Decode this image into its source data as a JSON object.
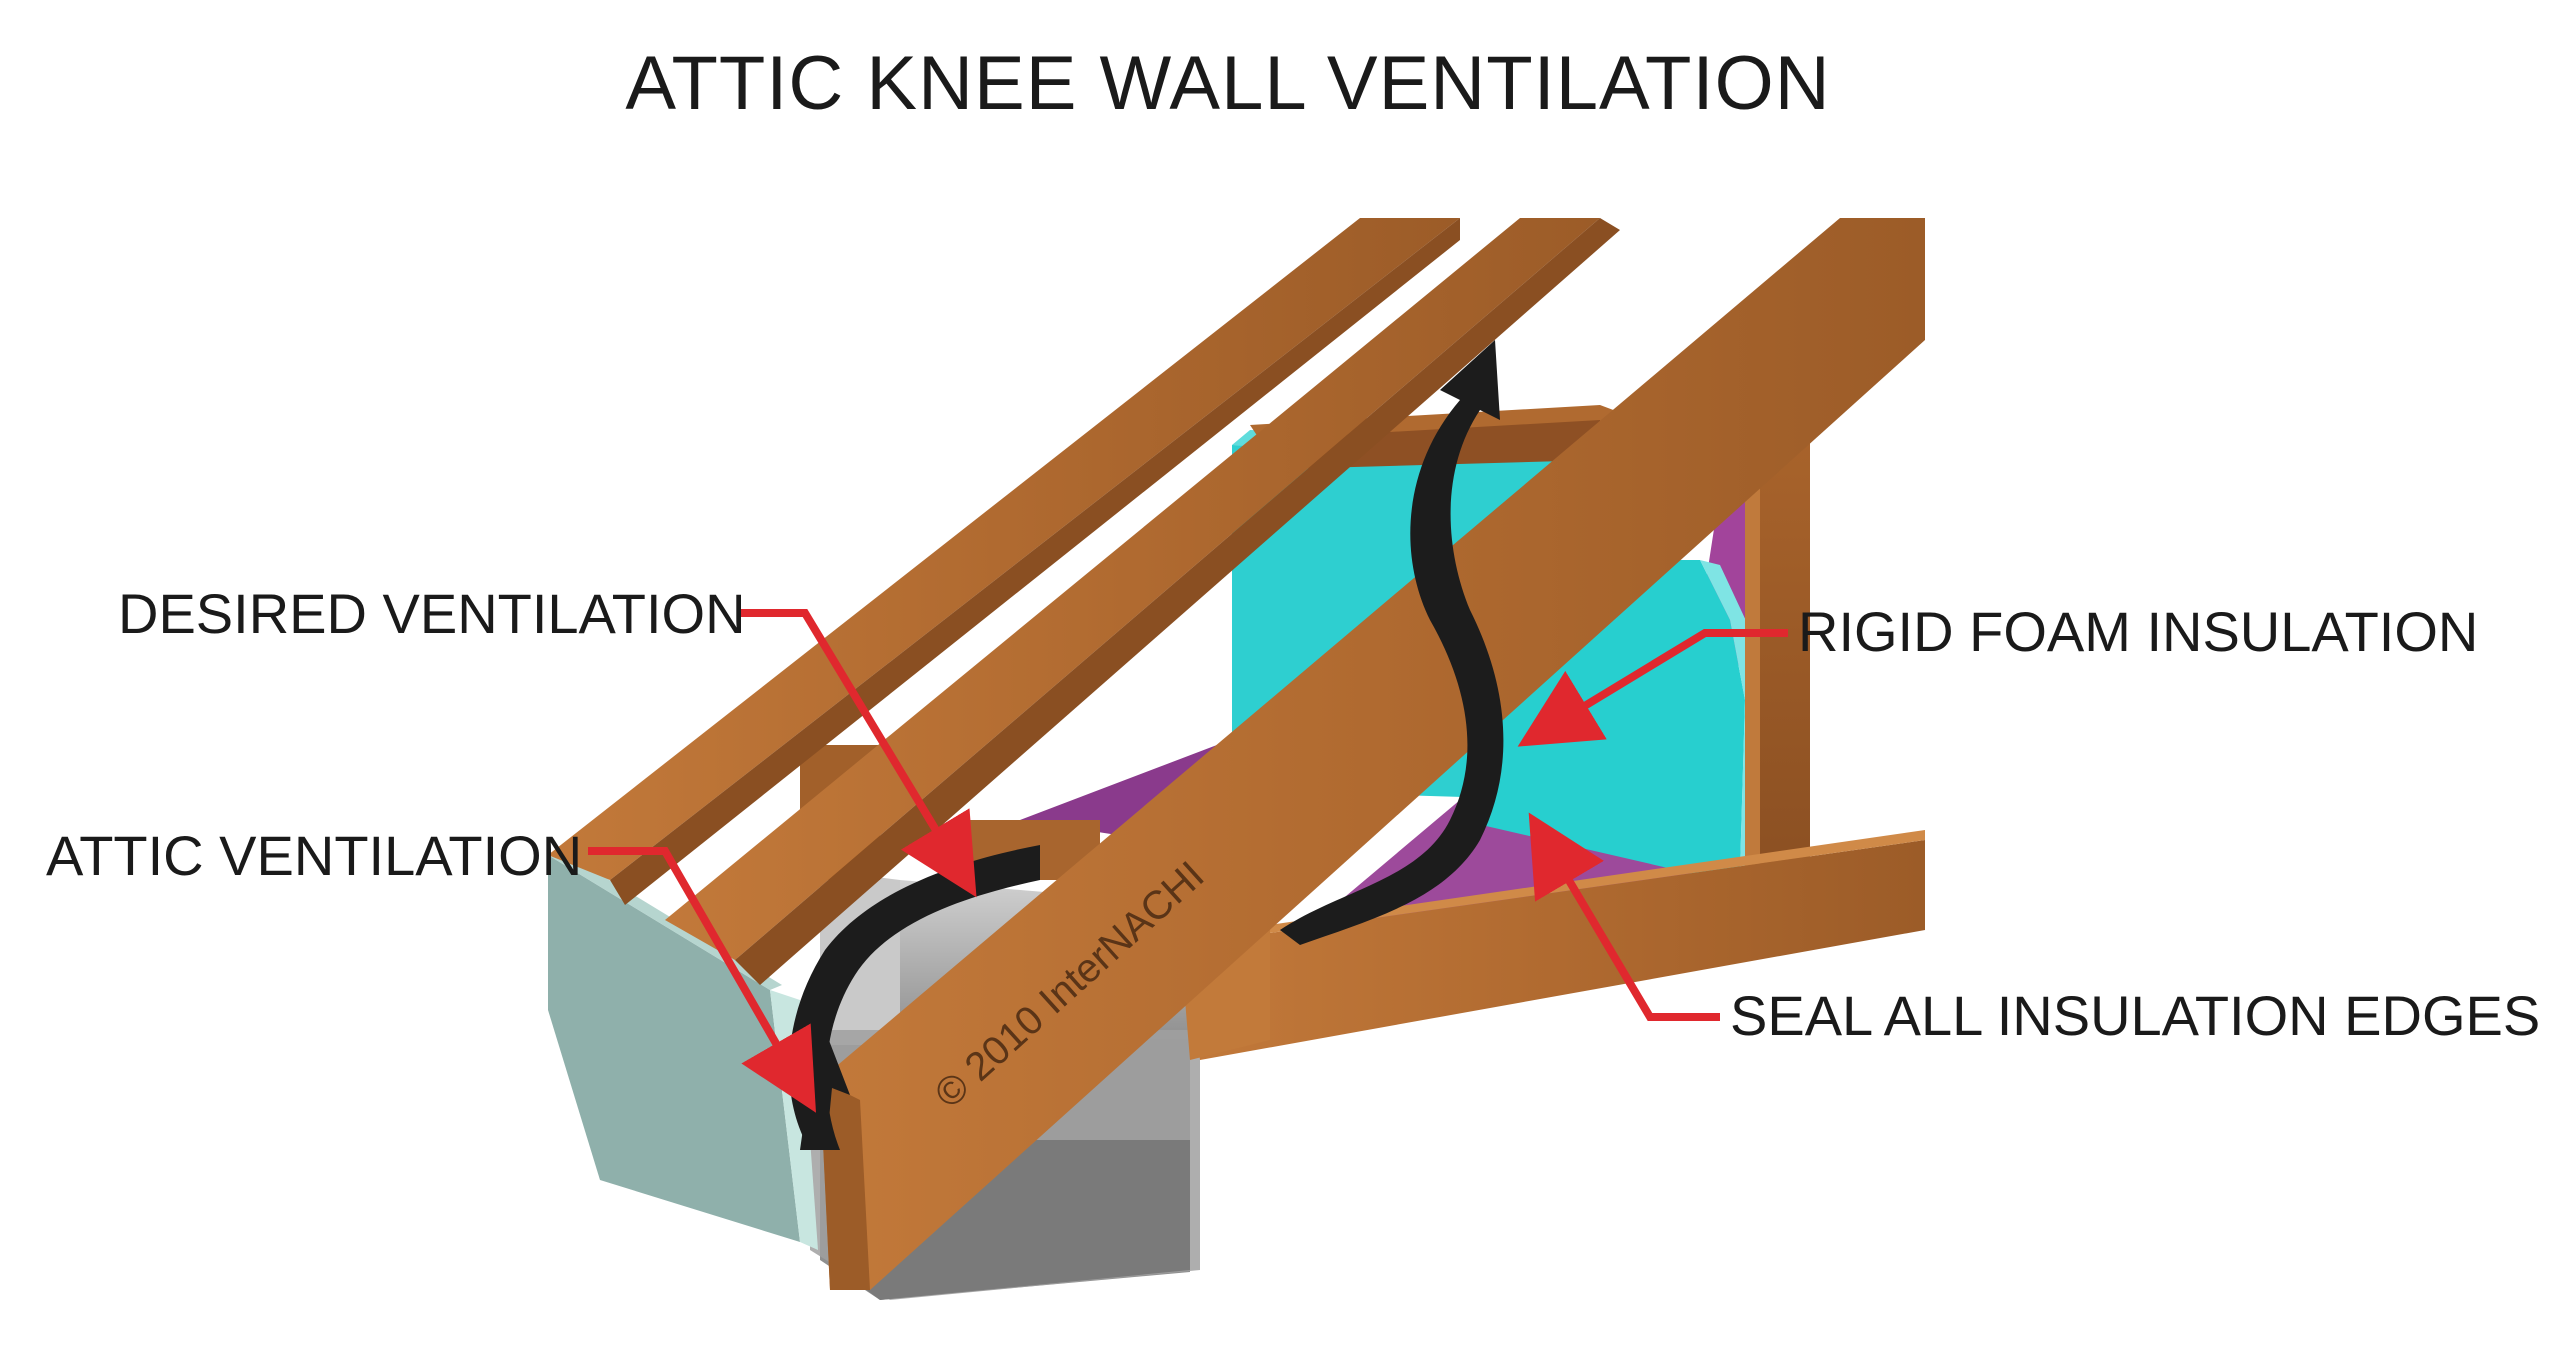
{
  "title": "ATTIC KNEE WALL VENTILATION",
  "labels": {
    "desired_ventilation": "DESIRED VENTILATION",
    "attic_ventilation": "ATTIC VENTILATION",
    "rigid_foam_insulation": "RIGID FOAM INSULATION",
    "seal_all_insulation_edges": "SEAL ALL INSULATION EDGES"
  },
  "watermark": "© 2010 InterNACHI",
  "colors": {
    "wood": "#b06a30",
    "wood_dark": "#8a4f22",
    "foam": "#2ecfd0",
    "vapor_barrier": "#8a3a8c",
    "soffit": "#8fb0ab",
    "leader": "#e0282e",
    "airflow_arrow": "#1c1c1c",
    "soffit_interior": "#a9a9a9"
  },
  "icons": {
    "airflow": "curved-arrow-icon",
    "leader": "red-leader-arrow-icon"
  }
}
